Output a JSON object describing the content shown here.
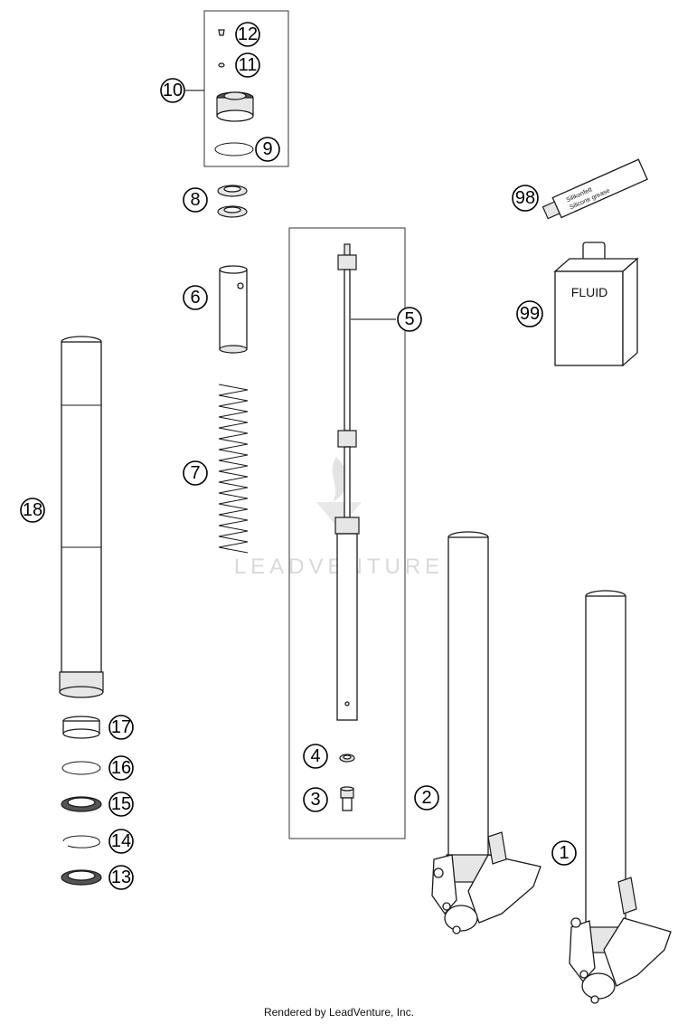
{
  "footer": "Rendered by LeadVenture, Inc.",
  "watermark": "LEADVENTURE",
  "fluid_label": "FLUID",
  "grease_label_1": "Silikonfett",
  "grease_label_2": "Silicone grease",
  "callouts": {
    "c1": "1",
    "c2": "2",
    "c3": "3",
    "c4": "4",
    "c5": "5",
    "c6": "6",
    "c7": "7",
    "c8": "8",
    "c9": "9",
    "c10": "10",
    "c11": "11",
    "c12": "12",
    "c13": "13",
    "c14": "14",
    "c15": "15",
    "c16": "16",
    "c17": "17",
    "c18": "18",
    "c98": "98",
    "c99": "99"
  }
}
